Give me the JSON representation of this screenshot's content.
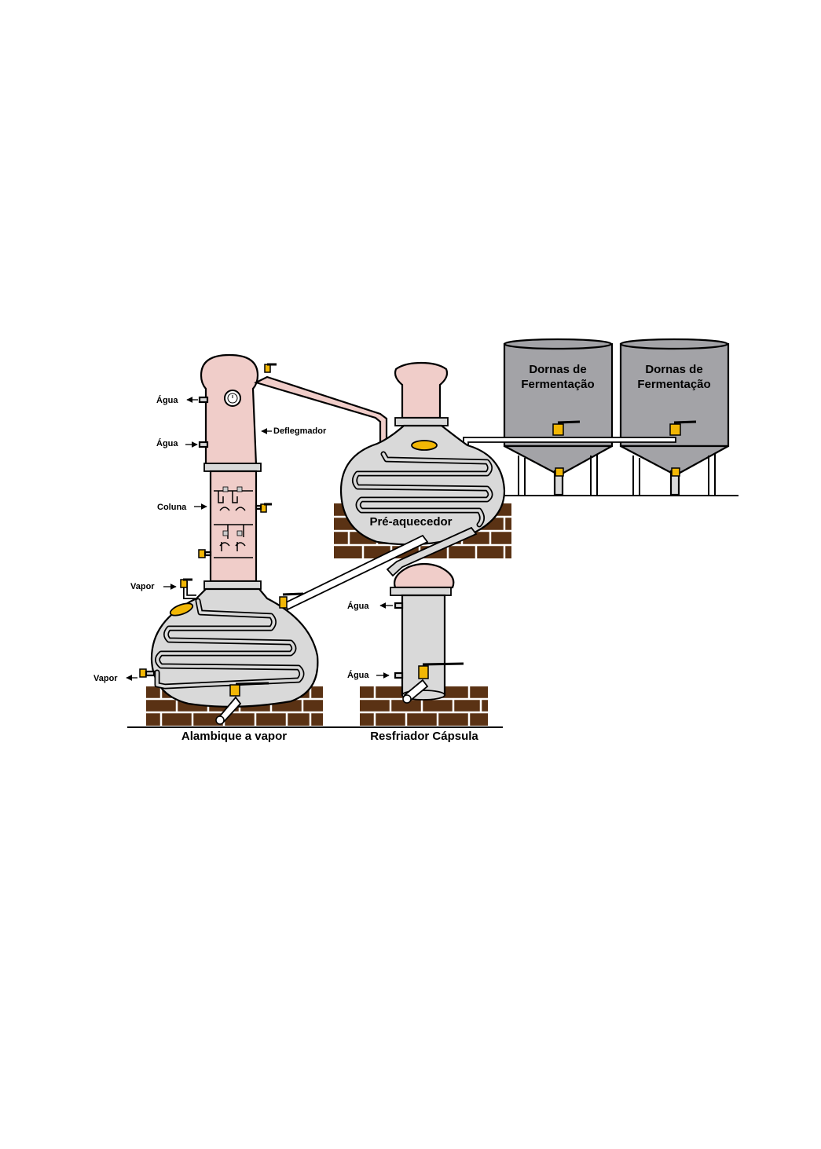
{
  "labels": {
    "agua_out_top": "Água",
    "agua_in_top": "Água",
    "deflegmador": "Deflegmador",
    "coluna": "Coluna",
    "vapor_top": "Vapor",
    "vapor_bottom": "Vapor",
    "alambique": "Alambique a vapor",
    "pre_aquecedor": "Pré-aquecedor",
    "resfriador_agua_out": "Água",
    "resfriador_agua_in": "Água",
    "resfriador": "Resfriador Cápsula",
    "dorna1_line1": "Dornas de",
    "dorna1_line2": "Fermentação",
    "dorna2_line1": "Dornas de",
    "dorna2_line2": "Fermentação"
  },
  "colors": {
    "copper": "#f0cdc9",
    "steel": "#d9d9d9",
    "tank_grey": "#a3a3a7",
    "valve": "#f2b705",
    "brick": "#5a3214"
  }
}
